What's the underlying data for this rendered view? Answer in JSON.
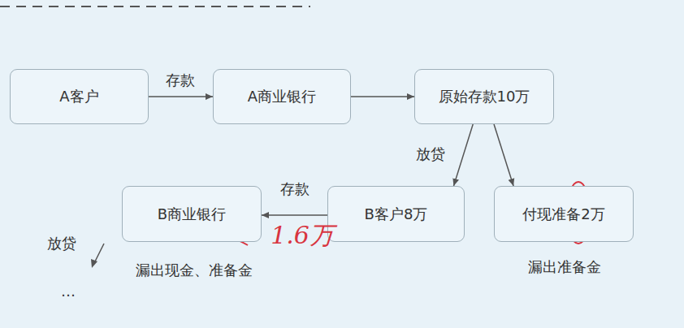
{
  "diagram": {
    "nodes": [
      {
        "text": [
          "A客户"
        ]
      },
      {
        "text": [
          "A商业银行"
        ]
      },
      {
        "text": [
          "原始存款10万"
        ]
      },
      {
        "text": [
          "B商业银行"
        ]
      },
      {
        "text": [
          "B客户8万"
        ]
      },
      {
        "text": [
          "付现准备2万"
        ]
      }
    ],
    "edges": [
      {
        "from": 0,
        "to": 1,
        "label": "存款",
        "arrow": "to"
      },
      {
        "from": 1,
        "to": 2,
        "arrow": "to"
      },
      {
        "from": 2,
        "to": 4,
        "label": "放贷",
        "arrow": "to"
      },
      {
        "from": 2,
        "to": 5,
        "arrow": "to"
      },
      {
        "from": 4,
        "to": 3,
        "label": "存款",
        "arrow": "to"
      }
    ],
    "labels": [
      "放贷",
      "…",
      "漏出现金、准备金",
      "漏出准备金",
      "1.6万"
    ]
  }
}
